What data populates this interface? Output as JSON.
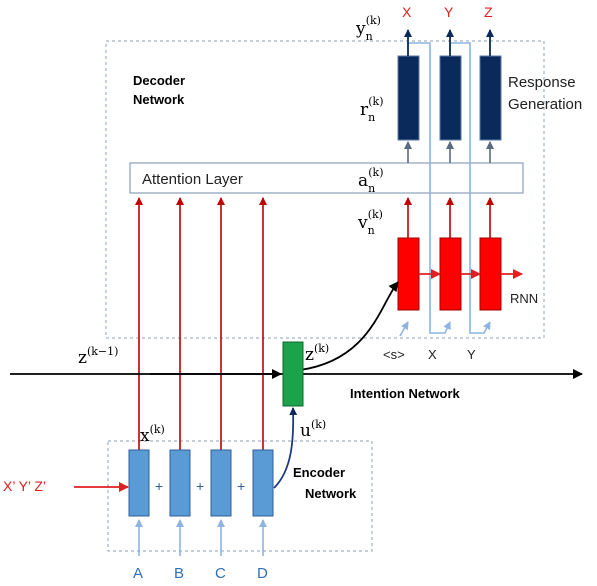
{
  "decoder": {
    "title_line1": "Decoder",
    "title_line2": "Network"
  },
  "attention": {
    "label": "Attention Layer",
    "var_base": "a",
    "var_sub": "n",
    "var_sup": "(k)"
  },
  "response": {
    "line1": "Response",
    "line2": "Generation",
    "var_base": "r",
    "var_sub": "n",
    "var_sup": "(k)"
  },
  "output": {
    "var_base": "y",
    "var_sub": "n",
    "var_sup": "(k)",
    "tokens": [
      "X",
      "Y",
      "Z"
    ]
  },
  "rnn": {
    "label": "RNN",
    "var_base": "v",
    "var_sub": "n",
    "var_sup": "(k)",
    "inputs": [
      "<s>",
      "X",
      "Y"
    ]
  },
  "intention": {
    "label": "Intention Network",
    "prev_base": "z",
    "prev_sup": "(k−1)",
    "cur_base": "z",
    "cur_sup": "(k)"
  },
  "encoder": {
    "title_line1": "Encoder",
    "title_line2": "Network",
    "var_x_base": "x",
    "var_x_sup": "(k)",
    "var_u_base": "u",
    "var_u_sup": "(k)",
    "input_label": "X’ Y’ Z’",
    "plus": "+",
    "tokens": [
      "A",
      "B",
      "C",
      "D"
    ]
  },
  "colors": {
    "red": "#e02020",
    "dark_red": "#c00000",
    "navy": "#0a2a5c",
    "blue": "#5b9bd5",
    "light_blue": "#8db4e2",
    "green": "#1aa34a",
    "gray_border": "#8aa0b8"
  }
}
